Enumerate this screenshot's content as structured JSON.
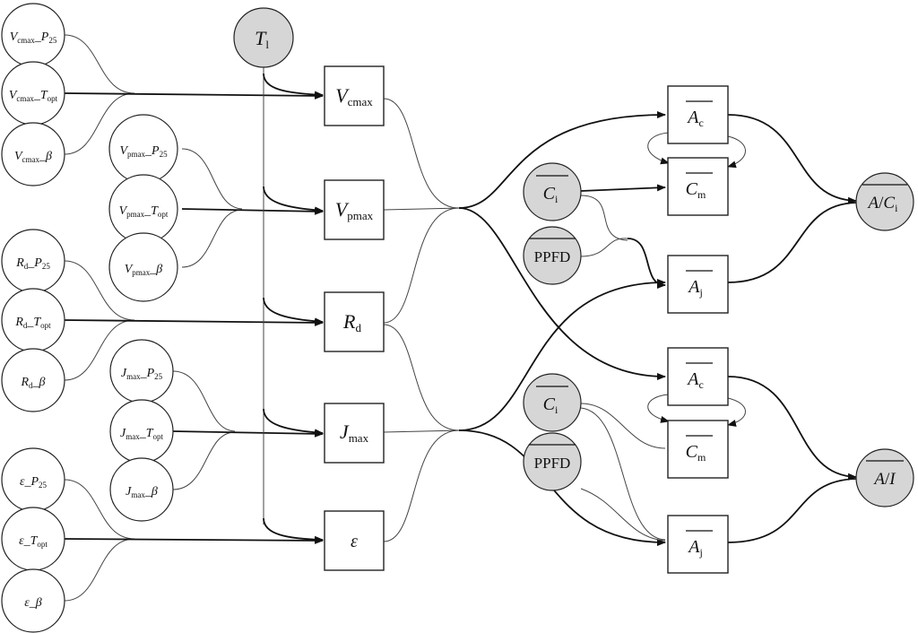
{
  "params": [
    {
      "id": "vc_p25",
      "main": "V",
      "msub": "cmax",
      "sep": "_",
      "tail": "P",
      "tsub": "25"
    },
    {
      "id": "vc_topt",
      "main": "V",
      "msub": "cmax",
      "sep": "_",
      "tail": "T",
      "tsub": "opt"
    },
    {
      "id": "vc_beta",
      "main": "V",
      "msub": "cmax",
      "sep": "_",
      "tail": "β",
      "tsub": ""
    },
    {
      "id": "vp_p25",
      "main": "V",
      "msub": "pmax",
      "sep": "_",
      "tail": "P",
      "tsub": "25"
    },
    {
      "id": "vp_topt",
      "main": "V",
      "msub": "pmax",
      "sep": "_",
      "tail": "T",
      "tsub": "opt"
    },
    {
      "id": "vp_beta",
      "main": "V",
      "msub": "pmax",
      "sep": "_",
      "tail": "β",
      "tsub": ""
    },
    {
      "id": "rd_p25",
      "main": "R",
      "msub": "d",
      "sep": "_",
      "tail": "P",
      "tsub": "25"
    },
    {
      "id": "rd_topt",
      "main": "R",
      "msub": "d",
      "sep": "_",
      "tail": "T",
      "tsub": "opt"
    },
    {
      "id": "rd_beta",
      "main": "R",
      "msub": "d",
      "sep": "_",
      "tail": "β",
      "tsub": ""
    },
    {
      "id": "jm_p25",
      "main": "J",
      "msub": "max",
      "sep": "_",
      "tail": "P",
      "tsub": "25"
    },
    {
      "id": "jm_topt",
      "main": "J",
      "msub": "max",
      "sep": "_",
      "tail": "T",
      "tsub": "opt"
    },
    {
      "id": "jm_beta",
      "main": "J",
      "msub": "max",
      "sep": "_",
      "tail": "β",
      "tsub": ""
    },
    {
      "id": "ep_p25",
      "main": "ε",
      "msub": "",
      "sep": "_",
      "tail": "P",
      "tsub": "25"
    },
    {
      "id": "ep_topt",
      "main": "ε",
      "msub": "",
      "sep": "_",
      "tail": "T",
      "tsub": "opt"
    },
    {
      "id": "ep_beta",
      "main": "ε",
      "msub": "",
      "sep": "_",
      "tail": "β",
      "tsub": ""
    }
  ],
  "leaf_temp": {
    "main": "T",
    "sub": "l"
  },
  "variables": [
    {
      "id": "vcmax",
      "main": "V",
      "sub": "cmax"
    },
    {
      "id": "vpmax",
      "main": "V",
      "sub": "pmax"
    },
    {
      "id": "rd",
      "main": "R",
      "sub": "d"
    },
    {
      "id": "jmax",
      "main": "J",
      "sub": "max"
    },
    {
      "id": "eps",
      "main": "ε",
      "sub": ""
    }
  ],
  "upper": {
    "ac": {
      "main": "A",
      "sub": "c"
    },
    "cm": {
      "main": "C",
      "sub": "m"
    },
    "aj": {
      "main": "A",
      "sub": "j"
    },
    "ci": {
      "main": "C",
      "sub": "i"
    },
    "ppfd": "PPFD",
    "output": {
      "main": "A",
      "slash": "/",
      "tail": "C",
      "tsub": "i"
    }
  },
  "lower": {
    "ac": {
      "main": "A",
      "sub": "c"
    },
    "cm": {
      "main": "C",
      "sub": "m"
    },
    "aj": {
      "main": "A",
      "sub": "j"
    },
    "ci": {
      "main": "C",
      "sub": "i"
    },
    "ppfd": "PPFD",
    "output": {
      "main": "A",
      "slash": "/",
      "tail": "I",
      "tsub": ""
    }
  },
  "colors": {
    "gray_node": "#d6d6d6",
    "stroke": "#222222",
    "background": "#ffffff"
  }
}
